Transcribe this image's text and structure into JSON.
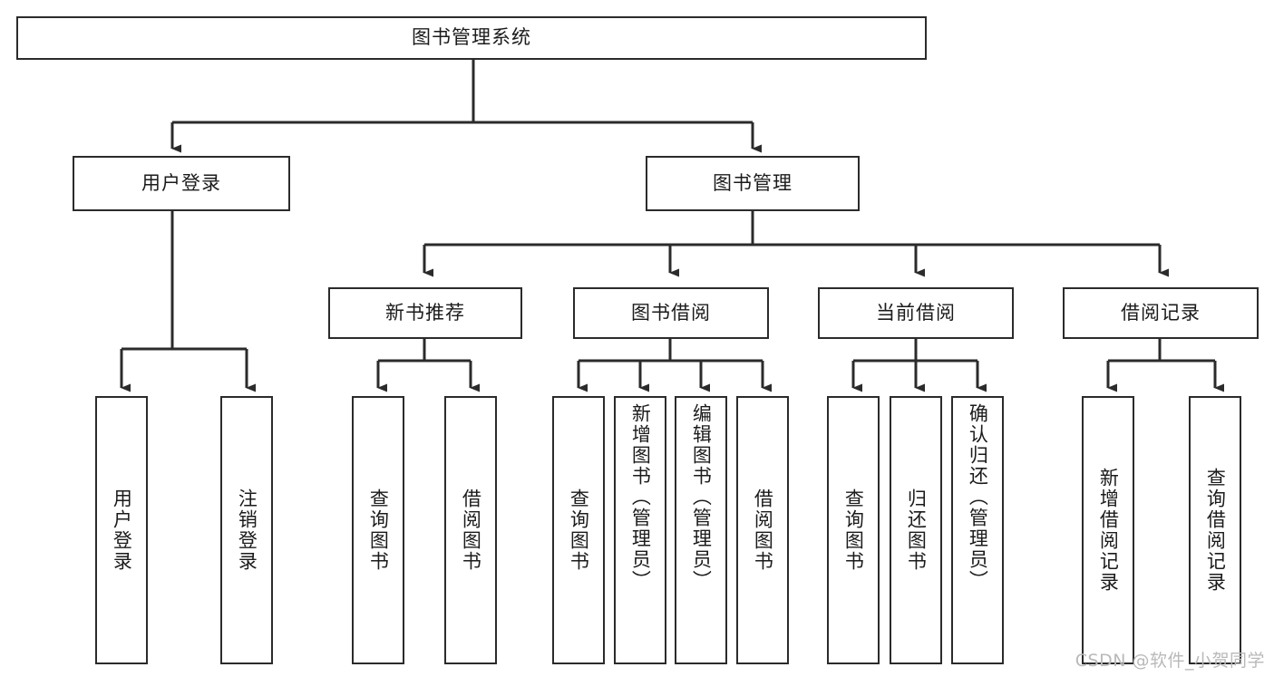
{
  "diagram": {
    "title": "图书管理系统",
    "type": "tree",
    "watermark": "CSDN @软件_小贺同学",
    "colors": {
      "box_border": "#2b2b2b",
      "box_fill": "#ffffff",
      "connector": "#2b2b2b",
      "text": "#1b1b1b",
      "watermark": "#b9b9b9",
      "background": "#ffffff"
    },
    "root": {
      "label": "图书管理系统"
    },
    "level2": [
      {
        "label": "用户登录"
      },
      {
        "label": "图书管理"
      }
    ],
    "level3": [
      {
        "label": "新书推荐"
      },
      {
        "label": "图书借阅"
      },
      {
        "label": "当前借阅"
      },
      {
        "label": "借阅记录"
      }
    ],
    "leaves": {
      "user_login": [
        {
          "label": "用户登录"
        },
        {
          "label": "注销登录"
        }
      ],
      "new_book_recommend": [
        {
          "label": "查询图书"
        },
        {
          "label": "借阅图书"
        }
      ],
      "book_borrow": [
        {
          "label": "查询图书"
        },
        {
          "label": "新增图书（管理员）"
        },
        {
          "label": "编辑图书（管理员）"
        },
        {
          "label": "借阅图书"
        }
      ],
      "current_borrow": [
        {
          "label": "查询图书"
        },
        {
          "label": "归还图书"
        },
        {
          "label": "确认归还（管理员）"
        }
      ],
      "borrow_records": [
        {
          "label": "新增借阅记录"
        },
        {
          "label": "查询借阅记录"
        }
      ]
    }
  },
  "chart_data": {
    "type": "table",
    "title": "图书管理系统 功能结构图",
    "hierarchy": [
      {
        "level": 1,
        "label": "图书管理系统",
        "children": [
          {
            "level": 2,
            "label": "用户登录",
            "children": [
              {
                "level": 3,
                "label": "用户登录"
              },
              {
                "level": 3,
                "label": "注销登录"
              }
            ]
          },
          {
            "level": 2,
            "label": "图书管理",
            "children": [
              {
                "level": 3,
                "label": "新书推荐",
                "children": [
                  {
                    "level": 4,
                    "label": "查询图书"
                  },
                  {
                    "level": 4,
                    "label": "借阅图书"
                  }
                ]
              },
              {
                "level": 3,
                "label": "图书借阅",
                "children": [
                  {
                    "level": 4,
                    "label": "查询图书"
                  },
                  {
                    "level": 4,
                    "label": "新增图书（管理员）"
                  },
                  {
                    "level": 4,
                    "label": "编辑图书（管理员）"
                  },
                  {
                    "level": 4,
                    "label": "借阅图书"
                  }
                ]
              },
              {
                "level": 3,
                "label": "当前借阅",
                "children": [
                  {
                    "level": 4,
                    "label": "查询图书"
                  },
                  {
                    "level": 4,
                    "label": "归还图书"
                  },
                  {
                    "level": 4,
                    "label": "确认归还（管理员）"
                  }
                ]
              },
              {
                "level": 3,
                "label": "借阅记录",
                "children": [
                  {
                    "level": 4,
                    "label": "新增借阅记录"
                  },
                  {
                    "level": 4,
                    "label": "查询借阅记录"
                  }
                ]
              }
            ]
          }
        ]
      }
    ]
  }
}
